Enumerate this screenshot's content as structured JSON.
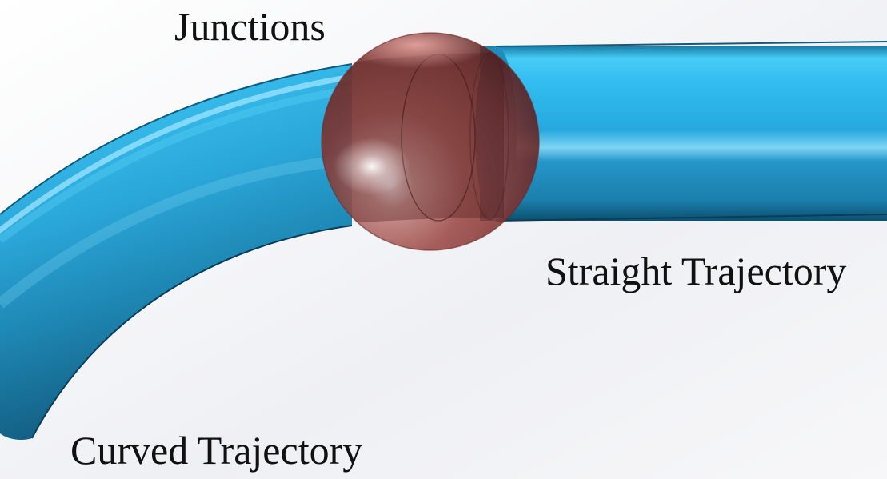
{
  "labels": {
    "junctions": "Junctions",
    "straight": "Straight Trajectory",
    "curved": "Curved Trajectory"
  },
  "colors": {
    "tube": "#2fb6e6",
    "tube_dark": "#186f96",
    "tube_highlight": "#9be8ff",
    "junction": "#a4423d",
    "background": "#f4f5f7"
  }
}
